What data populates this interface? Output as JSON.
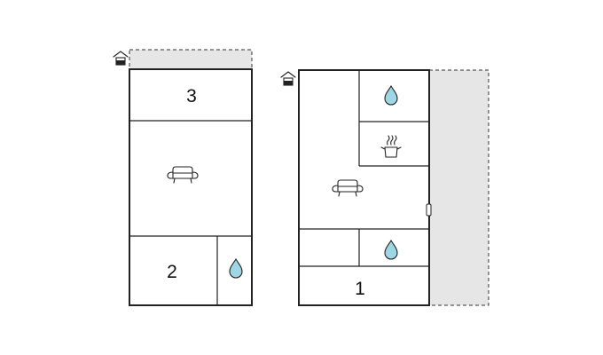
{
  "floor_plan": {
    "colors": {
      "walls": "#222222",
      "terrace_fill": "#e6e6e6",
      "water_fill": "#9ed6e6",
      "background": "#ffffff"
    },
    "left_unit": {
      "rooms": [
        {
          "label": "3",
          "icon": ""
        },
        {
          "label": "",
          "icon": "sofa-icon"
        },
        {
          "label": "2",
          "icon": ""
        },
        {
          "label": "",
          "icon": "water-drop-icon"
        }
      ],
      "entrance_icon": "house-entrance-icon"
    },
    "right_unit": {
      "rooms": [
        {
          "label": "",
          "icon": "sofa-icon"
        },
        {
          "label": "",
          "icon": "water-drop-icon"
        },
        {
          "label": "",
          "icon": "cooking-pot-icon"
        },
        {
          "label": "",
          "icon": "water-drop-icon"
        },
        {
          "label": "1",
          "icon": ""
        }
      ],
      "entrance_icon": "house-entrance-icon",
      "door": "door-handle-icon"
    }
  }
}
